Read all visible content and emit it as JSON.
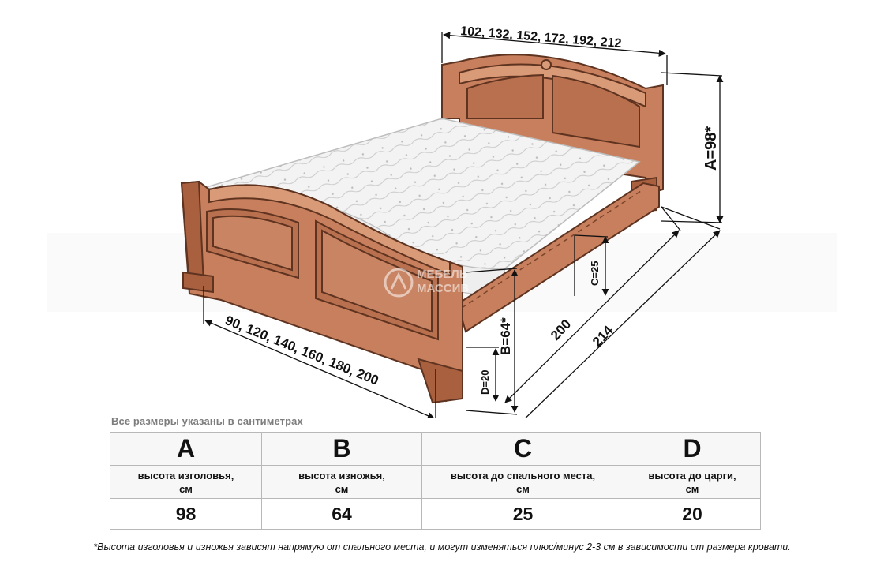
{
  "dimensions": {
    "headboard_widths": "102, 132, 152, 172, 192, 212",
    "footboard_widths": "90, 120, 140, 160, 180, 200",
    "height_a": "A=98*",
    "height_b": "B=64*",
    "height_c": "C=25",
    "height_d": "D=20",
    "length_inner": "200",
    "length_outer": "214"
  },
  "watermark": {
    "line1": "МЕБЕЛЬ",
    "line2": "МАССИВ"
  },
  "colors": {
    "wood": "#c87f5d",
    "wood_dark": "#6b3a24",
    "wood_light": "#d99a78",
    "mattress": "#f4f4f4",
    "table_border": "#b8b8b8"
  },
  "note": "Все размеры указаны в сантиметрах",
  "table": {
    "letters": [
      "A",
      "B",
      "C",
      "D"
    ],
    "descriptions": [
      [
        "высота изголовья,",
        "см"
      ],
      [
        "высота изножья,",
        "см"
      ],
      [
        "высота до спального места,",
        "см"
      ],
      [
        "высота до царги,",
        "см"
      ]
    ],
    "values": [
      "98",
      "64",
      "25",
      "20"
    ]
  },
  "footnote": "*Высота изголовья и изножья зависят напрямую от спального места, и могут изменяться плюс/минус 2-3 см в зависимости от размера кровати."
}
